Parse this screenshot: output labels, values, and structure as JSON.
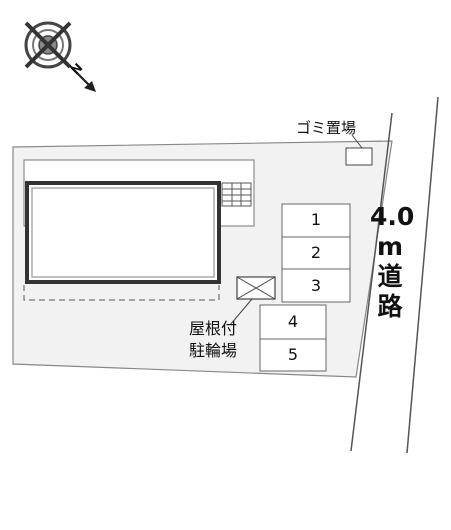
{
  "compass": {
    "icon": "compass-rose-icon",
    "north_label": "N",
    "arrow_icon": "north-arrow-icon"
  },
  "garbage": {
    "label": "ゴミ置場"
  },
  "parking": {
    "slots": [
      "1",
      "2",
      "3",
      "4",
      "5"
    ]
  },
  "bike_parking": {
    "line1": "屋根付",
    "line2": "駐輪場"
  },
  "road": {
    "width": "4.0",
    "unit": "m",
    "name1": "道",
    "name2": "路"
  },
  "colors": {
    "line": "#555555",
    "lot_fill": "#f2f2f2",
    "building_border": "#333333",
    "building_inner": "#999999"
  }
}
